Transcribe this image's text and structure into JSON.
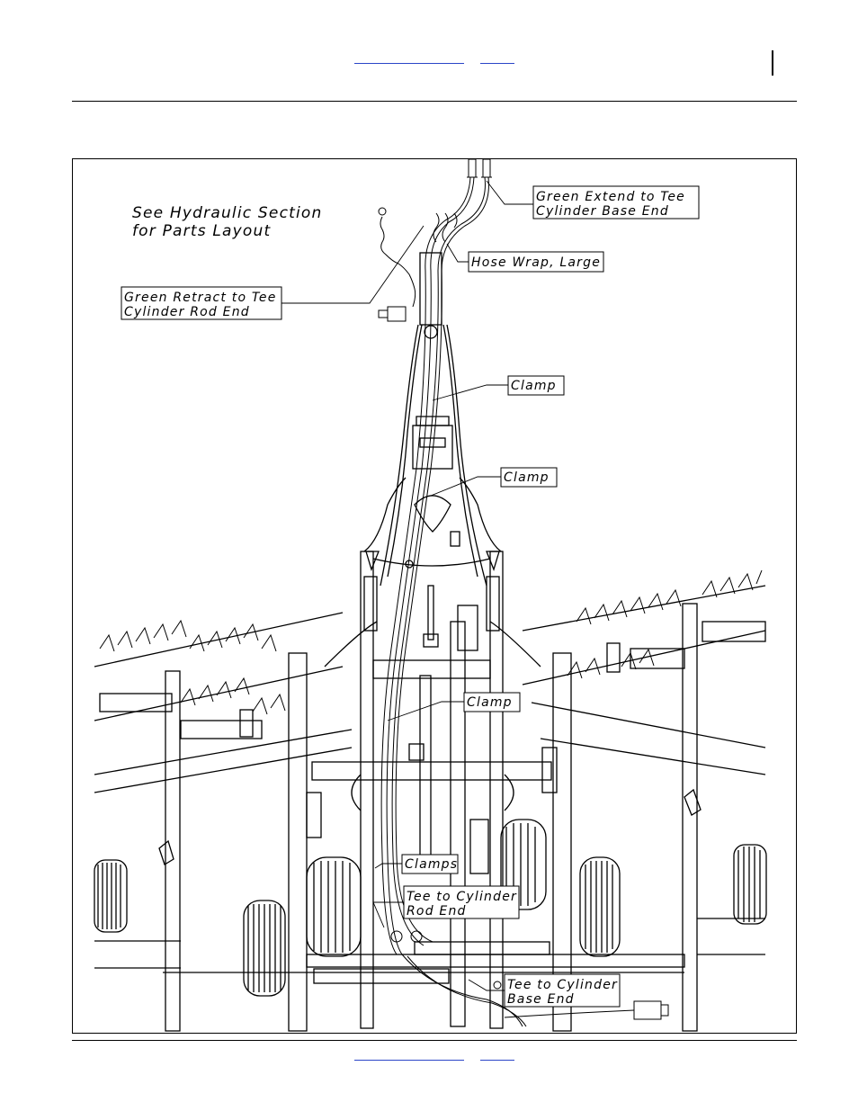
{
  "note": {
    "line1": "See Hydraulic Section",
    "line2": "for Parts Layout"
  },
  "callouts": {
    "green_extend": {
      "line1": "Green Extend to Tee",
      "line2": "Cylinder Base End"
    },
    "hose_wrap": {
      "text": "Hose Wrap, Large"
    },
    "green_retract": {
      "line1": "Green Retract to Tee",
      "line2": "Cylinder Rod End"
    },
    "clamp_upper": {
      "text": "Clamp"
    },
    "clamp_middle": {
      "text": "Clamp"
    },
    "clamp_lower": {
      "text": "Clamp"
    },
    "clamps": {
      "text": "Clamps"
    },
    "tee_rod": {
      "line1": "Tee to Cylinder",
      "line2": "Rod End"
    },
    "tee_base": {
      "line1": "Tee to Cylinder",
      "line2": "Base End"
    }
  }
}
